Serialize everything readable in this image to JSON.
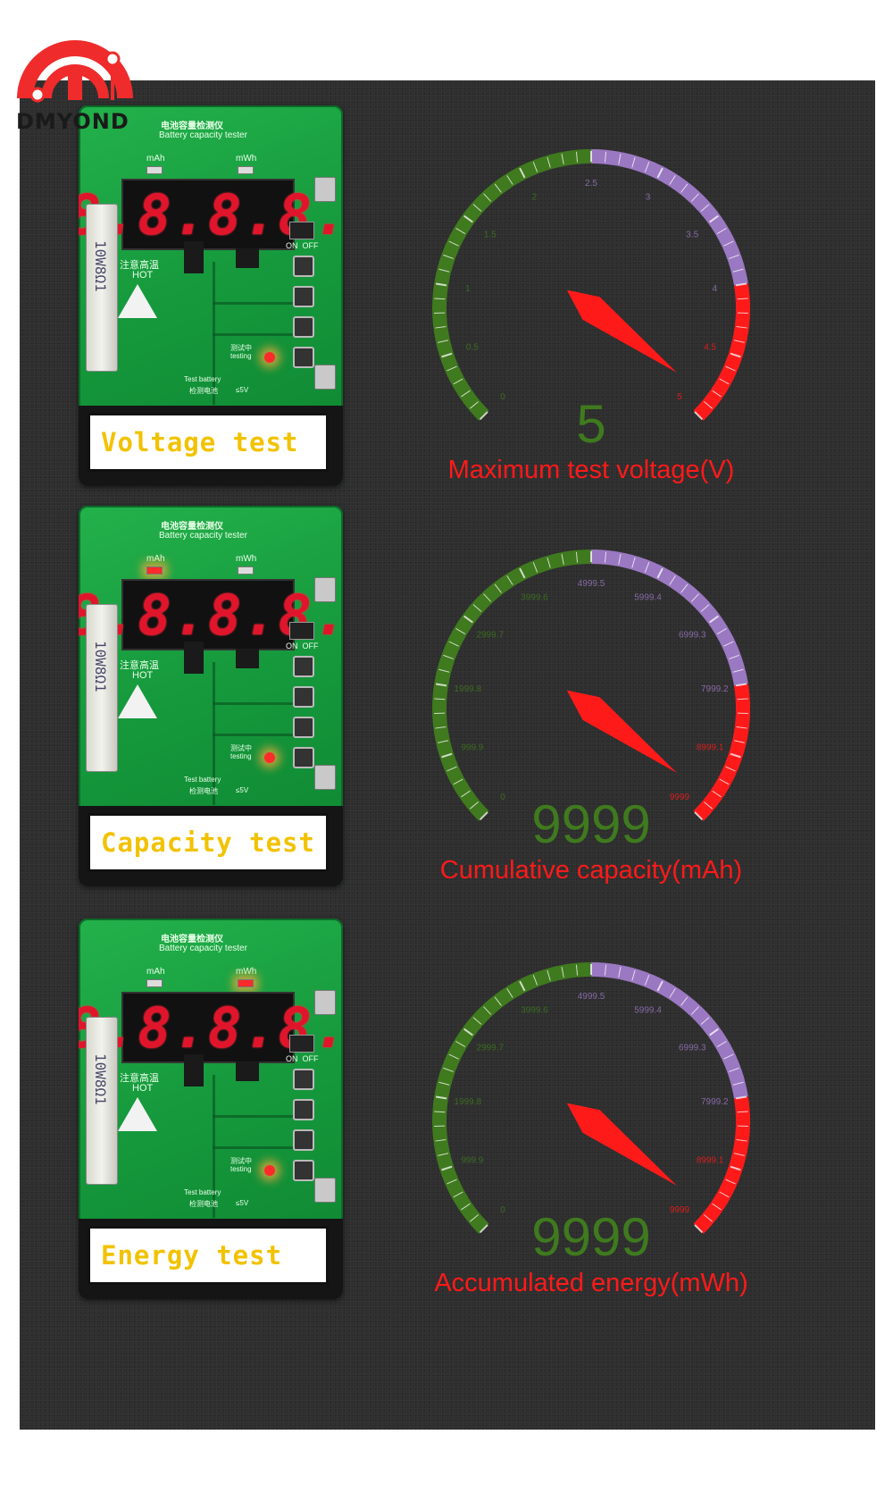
{
  "brand": {
    "name": "DMYOND",
    "color": "#ef2b2b"
  },
  "colors": {
    "green": "#3f7a1e",
    "purple": "#9b78c2",
    "red": "#ff1a1a",
    "caption": "#f2c200"
  },
  "rows": [
    {
      "board": {
        "title_cn": "电池容量检测仪",
        "title_en": "Battery capacity tester",
        "mah_label": "mAh",
        "mwh_label": "mWh",
        "digits": "8.8.8.8.",
        "led_on": "none",
        "caption": "Voltage test",
        "warn_cn": "注意高温",
        "warn_en": "HOT",
        "resistor_text": "10W8Ω1",
        "testing_cn": "测试中",
        "testing_en": "testing",
        "test_battery": "Test battery",
        "test_battery_cn": "检测电池",
        "voltage_limit": "≤5V",
        "on_label": "ON",
        "off_label": "OFF"
      },
      "gauge": {
        "value_text": "5",
        "label": "Maximum test voltage(V)",
        "ticks": [
          "0",
          "0.5",
          "1",
          "1.5",
          "2",
          "2.5",
          "3",
          "3.5",
          "4",
          "4.5",
          "5"
        ],
        "needle_fraction": 0.97
      }
    },
    {
      "board": {
        "title_cn": "电池容量检测仪",
        "title_en": "Battery capacity tester",
        "mah_label": "mAh",
        "mwh_label": "mWh",
        "digits": "8.8.8.8.",
        "led_on": "mah",
        "caption": "Capacity test",
        "warn_cn": "注意高温",
        "warn_en": "HOT",
        "resistor_text": "10W8Ω1",
        "testing_cn": "测试中",
        "testing_en": "testing",
        "test_battery": "Test battery",
        "test_battery_cn": "检测电池",
        "voltage_limit": "≤5V",
        "on_label": "ON",
        "off_label": "OFF"
      },
      "gauge": {
        "value_text": "9999",
        "label": "Cumulative capacity(mAh)",
        "ticks": [
          "0",
          "999.9",
          "1999.8",
          "2999.7",
          "3999.6",
          "4999.5",
          "5999.4",
          "6999.3",
          "7999.2",
          "8999.1",
          "9999"
        ],
        "needle_fraction": 0.97
      }
    },
    {
      "board": {
        "title_cn": "电池容量检测仪",
        "title_en": "Battery capacity tester",
        "mah_label": "mAh",
        "mwh_label": "mWh",
        "digits": "8.8.8.8.",
        "led_on": "mwh",
        "caption": "Energy test",
        "warn_cn": "注意高温",
        "warn_en": "HOT",
        "resistor_text": "10W8Ω1",
        "testing_cn": "测试中",
        "testing_en": "testing",
        "test_battery": "Test battery",
        "test_battery_cn": "检测电池",
        "voltage_limit": "≤5V",
        "on_label": "ON",
        "off_label": "OFF"
      },
      "gauge": {
        "value_text": "9999",
        "label": "Accumulated energy(mWh)",
        "ticks": [
          "0",
          "999.9",
          "1999.8",
          "2999.7",
          "3999.6",
          "4999.5",
          "5999.4",
          "6999.3",
          "7999.2",
          "8999.1",
          "9999"
        ],
        "needle_fraction": 0.97
      }
    }
  ]
}
